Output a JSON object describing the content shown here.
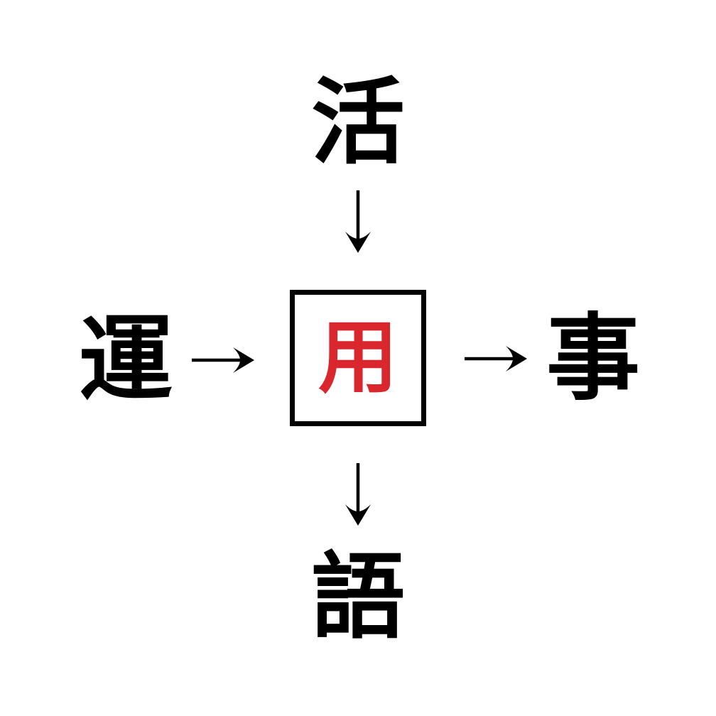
{
  "background_color": "#ffffff",
  "puzzle": {
    "type": "kanji-compound-puzzle",
    "center": {
      "char": "用",
      "color": "#d9272d",
      "box_border_color": "#000000"
    },
    "top_char": "活",
    "left_char": "運",
    "right_char": "事",
    "bottom_char": "語",
    "outer_char_color": "#000000",
    "arrow_color": "#000000",
    "arrows": [
      {
        "icon": "arrow-down-icon",
        "from": "top",
        "to": "center"
      },
      {
        "icon": "arrow-right-icon",
        "from": "left",
        "to": "center"
      },
      {
        "icon": "arrow-right-icon",
        "from": "center",
        "to": "right"
      },
      {
        "icon": "arrow-down-icon",
        "from": "center",
        "to": "bottom"
      }
    ]
  }
}
